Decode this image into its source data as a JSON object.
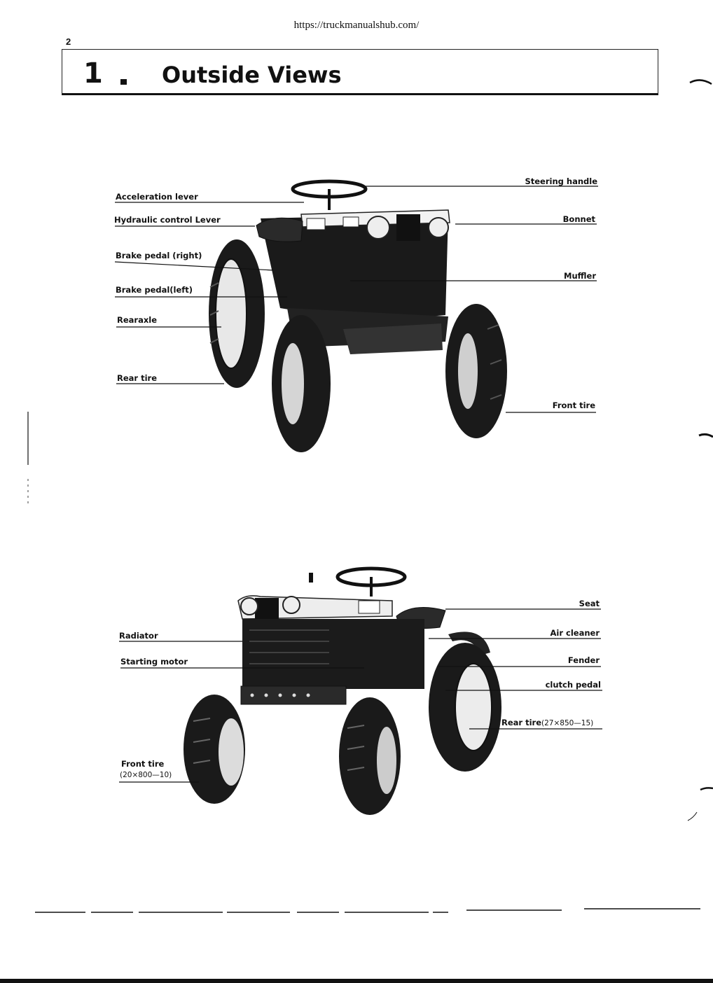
{
  "header": {
    "url": "https://truckmanualshub.com/",
    "page_number": "2"
  },
  "section": {
    "number": "1",
    "title": "Outside Views"
  },
  "figure_top": {
    "labels_left": {
      "acceleration_lever": "Acceleration lever",
      "hydraulic_control_lever": "Hydraulic control Lever",
      "brake_pedal_right": "Brake pedal (right)",
      "brake_pedal_left": "Brake pedal(left)",
      "rear_axle": "Rearaxle",
      "rear_tire": "Rear tire"
    },
    "labels_right": {
      "steering_handle": "Steering handle",
      "bonnet": "Bonnet",
      "muffler": "Muffler",
      "front_tire": "Front tire"
    }
  },
  "figure_bottom": {
    "labels_left": {
      "radiator": "Radiator",
      "starting_motor": "Starting motor",
      "front_tire": "Front tire",
      "front_tire_size": "(20×800—10)"
    },
    "labels_right": {
      "seat": "Seat",
      "air_cleaner": "Air cleaner",
      "fender": "Fender",
      "clutch_pedal": "clutch pedal",
      "rear_tire": "Rear tire",
      "rear_tire_size": "(27×850—15)"
    }
  }
}
